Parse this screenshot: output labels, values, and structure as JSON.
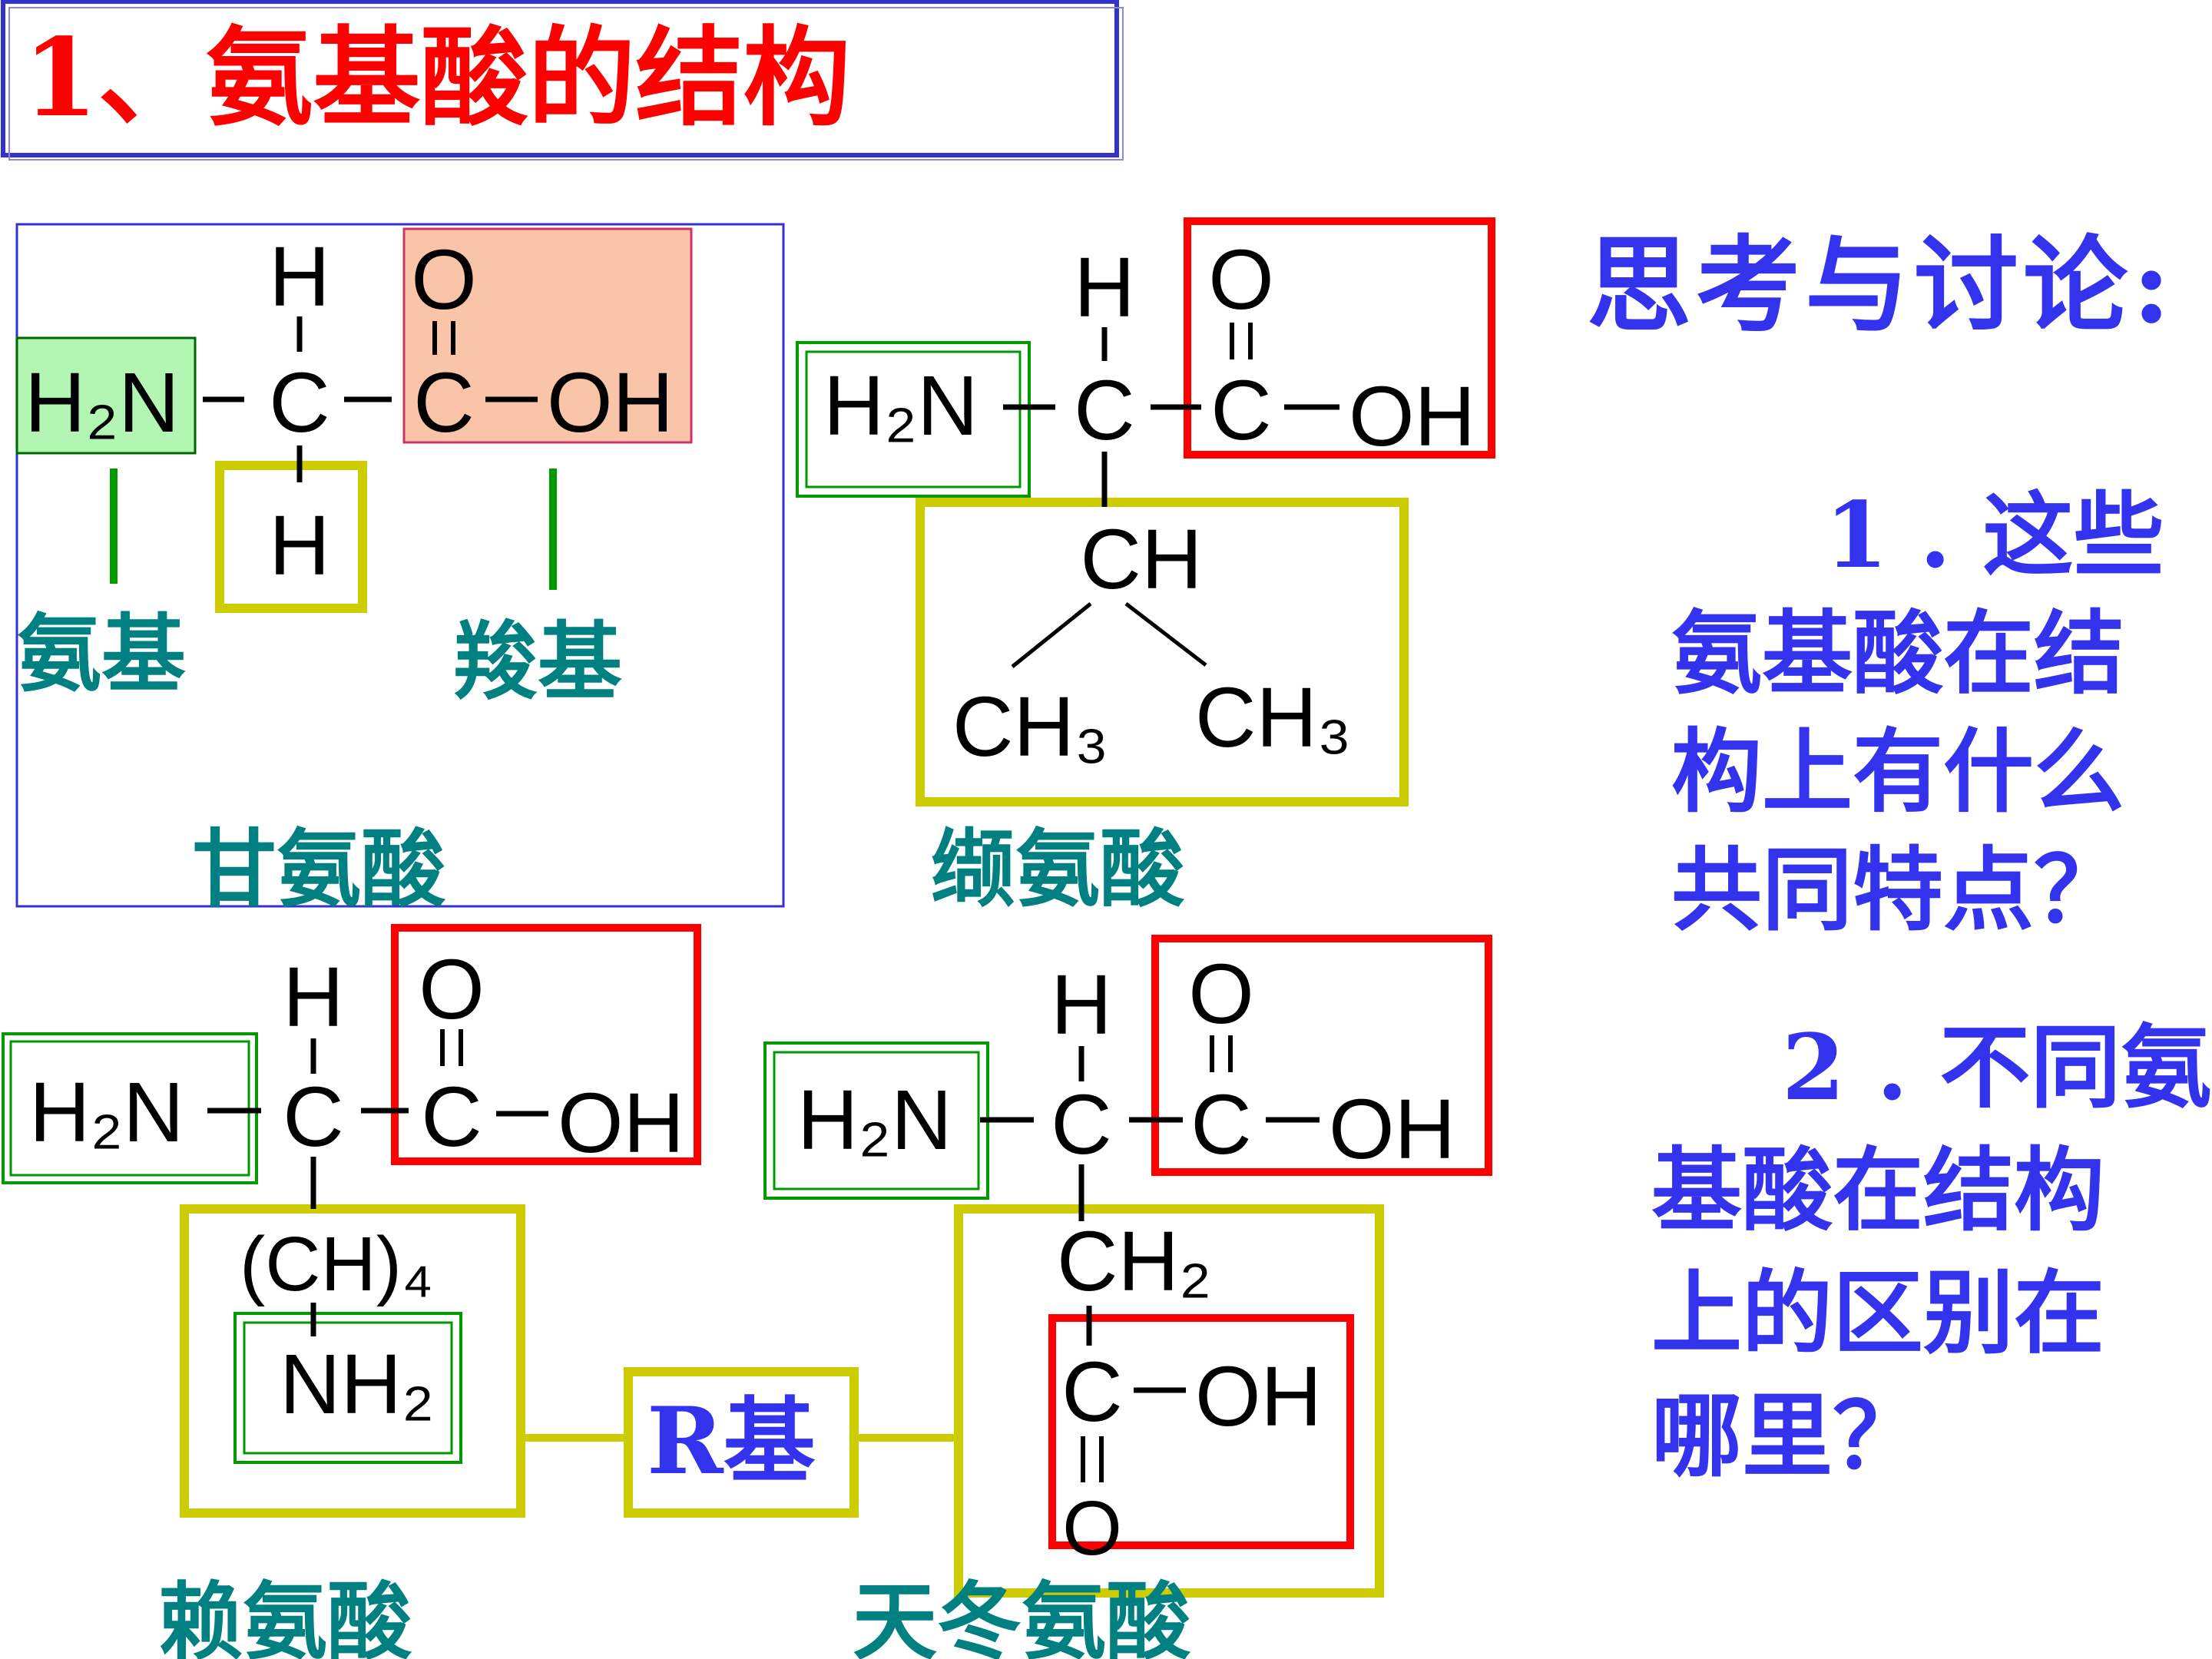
{
  "title": "1、氨基酸的结构",
  "labels": {
    "amino_group": "氨基",
    "carboxyl_group": "羧基",
    "r_group": "R基"
  },
  "molecules": [
    {
      "name": "甘氨酸",
      "top": "H",
      "left": "H₂N",
      "carbon": "C",
      "carboxyl_c": "C",
      "carboxyl_o": "O",
      "carboxyl_oh": "OH",
      "r": [
        "H"
      ]
    },
    {
      "name": "缬氨酸",
      "top": "H",
      "left": "H₂N",
      "carbon": "C",
      "carboxyl_c": "C",
      "carboxyl_o": "O",
      "carboxyl_oh": "OH",
      "r": [
        "CH",
        "CH₃",
        "CH₃"
      ]
    },
    {
      "name": "赖氨酸",
      "top": "H",
      "left": "H₂N",
      "carbon": "C",
      "carboxyl_c": "C",
      "carboxyl_o": "O",
      "carboxyl_oh": "OH",
      "r": [
        "(CH)₄",
        "NH₂"
      ]
    },
    {
      "name": "天冬氨酸",
      "top": "H",
      "left": "H₂N",
      "carbon": "C",
      "carboxyl_c": "C",
      "carboxyl_o": "O",
      "carboxyl_oh": "OH",
      "r": [
        "CH₂",
        "C",
        "OH",
        "O"
      ]
    }
  ],
  "discussion": {
    "heading": "思考与讨论:",
    "q1": [
      "1 . 这些",
      "氨基酸在结",
      "构上有什么",
      "共同特点？"
    ],
    "q2": [
      "2 . 不同氨",
      "基酸在结构",
      "上的区别在",
      "哪里？"
    ]
  },
  "colors": {
    "title": "#ff0000",
    "label_teal": "#008080",
    "discussion_blue": "#3333ee",
    "amino_box": "#009900",
    "carboxyl_box": "#ff0000",
    "r_box": "#cccc00",
    "glycine_amino_fill": "#b3f5b3",
    "glycine_carboxyl_fill": "#f9c4a8"
  }
}
